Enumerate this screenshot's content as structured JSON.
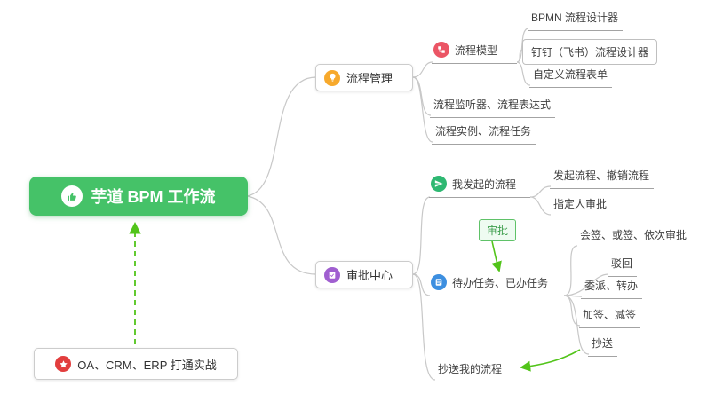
{
  "root": {
    "label": "芋道 BPM 工作流"
  },
  "process_mgmt": {
    "label": "流程管理",
    "model": {
      "label": "流程模型"
    },
    "bpmn_designer": "BPMN 流程设计器",
    "dingtalk_designer": "钉钉（飞书）流程设计器",
    "custom_form": "自定义流程表单",
    "listener_expression": "流程监听器、流程表达式",
    "instance_task": "流程实例、流程任务"
  },
  "approval_center": {
    "label": "审批中心",
    "my_initiated": {
      "label": "我发起的流程"
    },
    "initiate_cancel": "发起流程、撤销流程",
    "assignee_approval": "指定人审批",
    "approval_badge": "审批",
    "todo_done": {
      "label": "待办任务、已办任务"
    },
    "countersign": "会签、或签、依次审批",
    "reject": "驳回",
    "delegate_transfer": "委派、转办",
    "add_remove_sign": "加签、减签",
    "cc": "抄送",
    "cc_my_process": "抄送我的流程"
  },
  "practice": {
    "label": "OA、CRM、ERP 打通实战"
  },
  "colors": {
    "root_green": "#45c268",
    "arrow_green": "#52c41a",
    "connector_gray": "#c8c8c8",
    "underline_gray": "#a3a3a3",
    "icon_orange": "#f7a92c",
    "icon_purple": "#a05fd0",
    "icon_red": "#eb5565",
    "icon_green": "#2eb872",
    "icon_blue": "#3d8fe0",
    "icon_star_red": "#e23d3d",
    "badge_bg": "#eefbf1",
    "badge_border": "#5fc268"
  }
}
